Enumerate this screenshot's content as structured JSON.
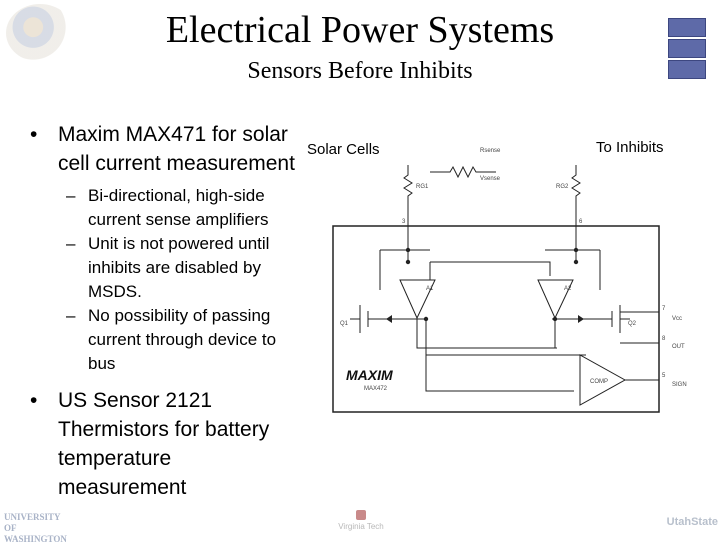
{
  "slide": {
    "title": "Electrical Power Systems",
    "subtitle": "Sensors Before Inhibits"
  },
  "bullets": [
    {
      "marker": "•",
      "text": "Maxim MAX471  for solar cell current measurement",
      "sub": [
        {
          "marker": "–",
          "text": "Bi-directional, high-side current sense amplifiers"
        },
        {
          "marker": "–",
          "text": "Unit is not powered until inhibits are disabled by MSDS."
        },
        {
          "marker": "–",
          "text": "No possibility of passing current through device to bus"
        }
      ]
    },
    {
      "marker": "•",
      "text": "US Sensor 2121 Thermistors for battery temperature measurement",
      "sub": []
    }
  ],
  "diagram": {
    "label_left": "Solar Cells",
    "label_right": "To Inhibits",
    "rsense": "Rsense",
    "vsense": "Vsense",
    "rg1": "RG1",
    "rg2": "RG2",
    "pin3": "3",
    "pin6": "6",
    "pin7": "7",
    "pin8": "8",
    "pin5": "5",
    "a1": "A1",
    "a2": "A2",
    "q1": "Q1",
    "q2": "Q2",
    "vcc": "Vcc",
    "out": "OUT",
    "sign": "SIGN",
    "comp": "COMP",
    "brand": "MAXIM",
    "part": "MAX472"
  },
  "footer": {
    "left": "UNIVERSITY OF WASHINGTON",
    "mid": "Virginia Tech",
    "right": "UtahState"
  }
}
